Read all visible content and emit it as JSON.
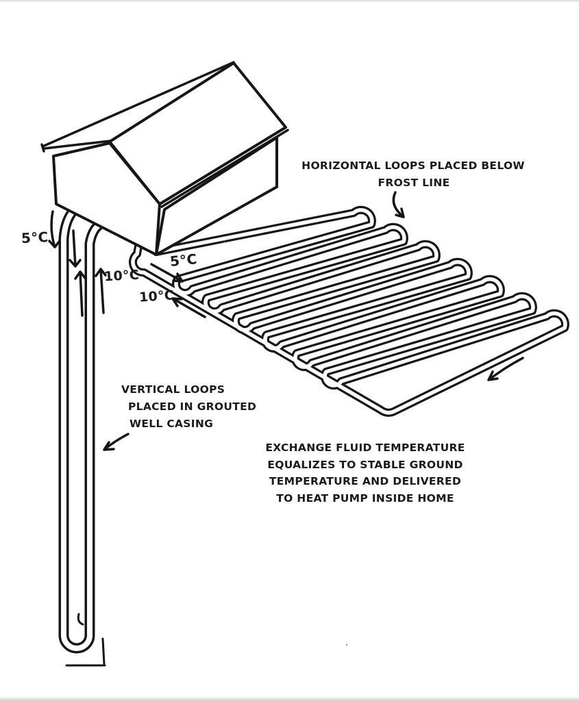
{
  "diagram": {
    "subject": "ground-source-heat-pump-sketch",
    "annotations": {
      "horizontal_loops": {
        "line1": "HORIZONTAL LOOPS PLACED BELOW",
        "line2": "FROST LINE"
      },
      "vertical_loops": {
        "line1": "VERTICAL LOOPS",
        "line2": "PLACED IN GROUTED",
        "line3": "WELL CASING"
      },
      "exchange_note": {
        "line1": "EXCHANGE FLUID TEMPERATURE",
        "line2": "EQUALIZES TO STABLE GROUND",
        "line3": "TEMPERATURE AND DELIVERED",
        "line4": "TO HEAT PUMP INSIDE HOME"
      },
      "temperatures": {
        "well_supply": "5°C",
        "well_return": "10°C",
        "field_supply": "5°C",
        "field_return": "10°C"
      }
    },
    "colors": {
      "ink": "#161616",
      "paper": "#ffffff"
    }
  }
}
